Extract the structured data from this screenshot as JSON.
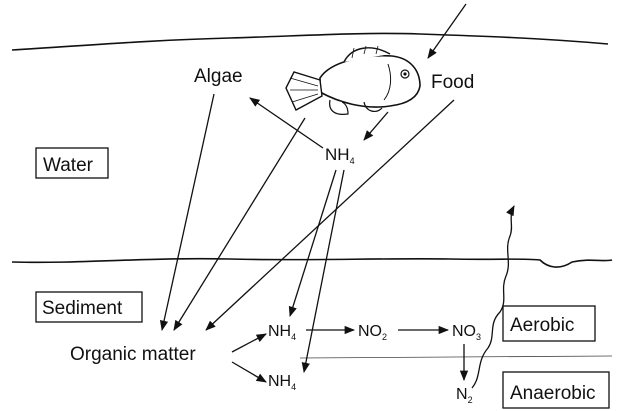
{
  "labels": {
    "algae": "Algae",
    "food": "Food",
    "water": "Water",
    "sediment": "Sediment",
    "aerobic": "Aerobic",
    "anaerobic": "Anaerobic",
    "organic_matter": "Organic matter",
    "nh": "NH",
    "nh_sub": "4",
    "no": "NO",
    "no2_sub": "2",
    "no3_sub": "3",
    "n": "N",
    "n2_sub": "2"
  },
  "colors": {
    "ink": "#111111",
    "background": "#ffffff"
  },
  "icons": {
    "fish": "fish-icon"
  }
}
